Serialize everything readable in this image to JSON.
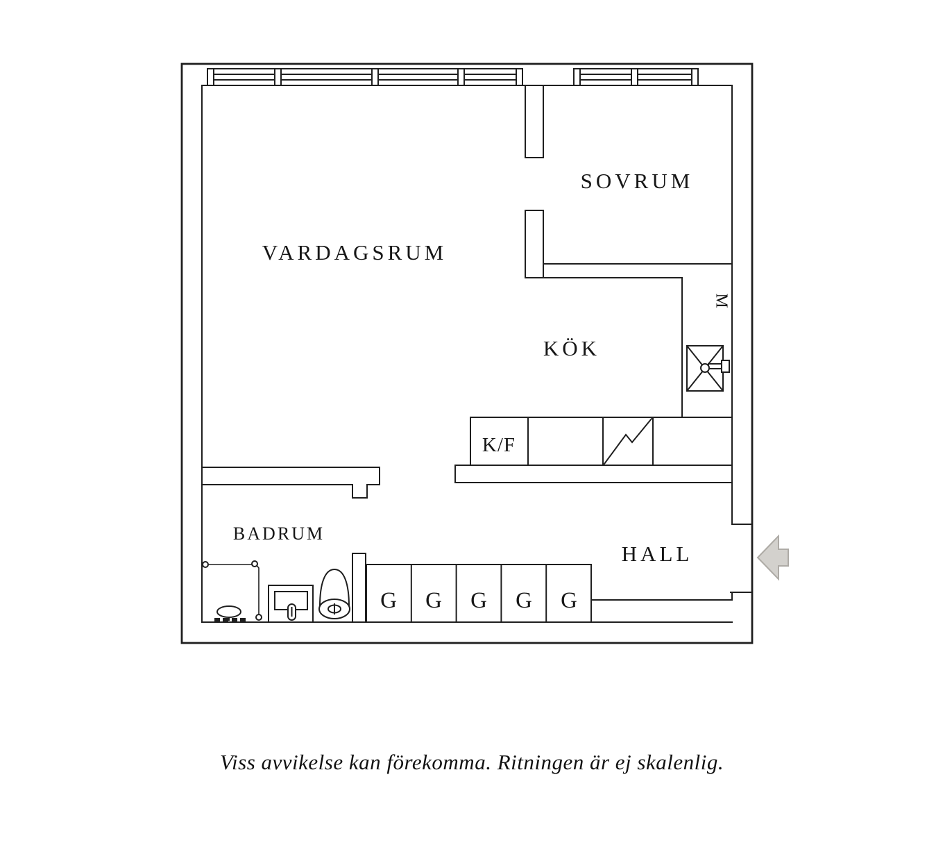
{
  "floor_plan": {
    "rooms": {
      "living_room": "VARDAGSRUM",
      "bedroom": "SOVRUM",
      "kitchen": "KÖK",
      "bathroom": "BADRUM",
      "hall": "HALL"
    },
    "labels": {
      "fridge_freezer": "K/F",
      "cabinet_m": "M"
    },
    "closets": {
      "items": [
        "G",
        "G",
        "G",
        "G",
        "G"
      ]
    },
    "caption": "Viss avvikelse kan förekomma. Ritningen är ej skalenlig.",
    "colors": {
      "line": "#1f1f1f",
      "arrow_fill": "#d3d1cd",
      "arrow_stroke": "#aeaba6",
      "background": "#ffffff"
    },
    "fixtures": [
      "window",
      "shower-rail",
      "floor-drain",
      "washbasin",
      "toilet",
      "kitchen-sink",
      "stove",
      "fridge-freezer",
      "wardrobe",
      "entrance-arrow"
    ]
  }
}
